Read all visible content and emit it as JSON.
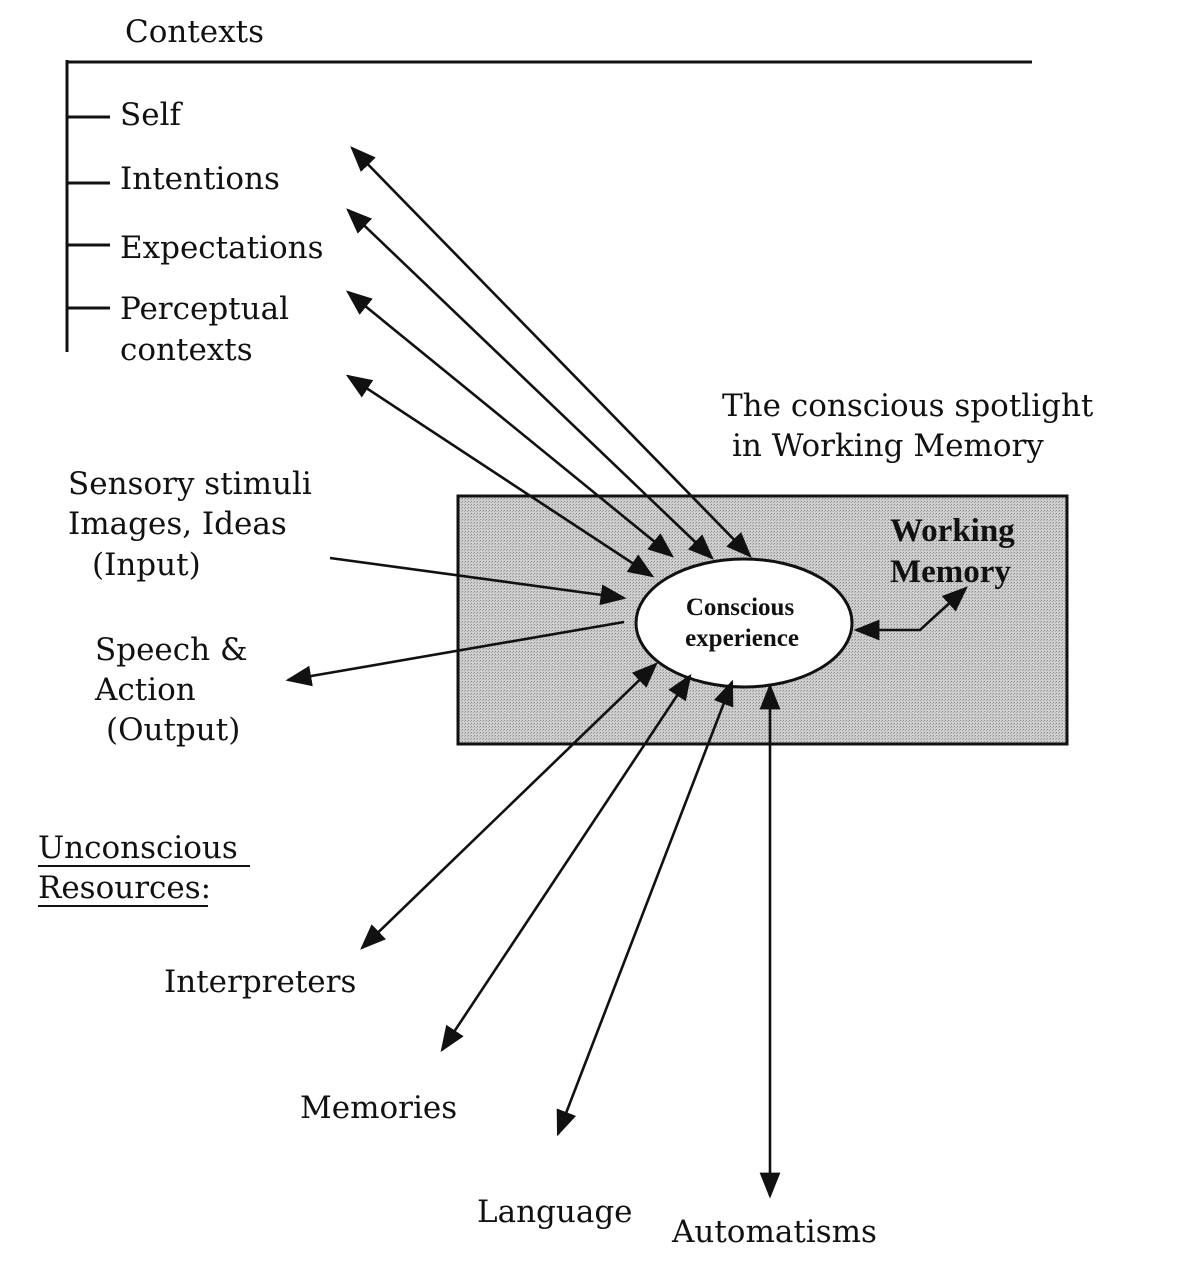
{
  "contexts": {
    "heading": "Contexts",
    "items": [
      "Self",
      "Intentions",
      "Expectations",
      "Perceptual",
      "contexts"
    ]
  },
  "spotlight": {
    "line1": "The conscious spotlight",
    "line2": "in Working Memory"
  },
  "working_memory": {
    "line1": "Working",
    "line2": "Memory",
    "fill_color": "#c6c6c6"
  },
  "conscious": {
    "line1": "Conscious",
    "line2": "experience"
  },
  "input": {
    "line1": "Sensory stimuli",
    "line2": "Images, Ideas",
    "line3": "(Input)"
  },
  "output": {
    "line1": "Speech &",
    "line2": "Action",
    "line3": "(Output)"
  },
  "unconscious": {
    "line1": "Unconscious",
    "line2": "Resources:",
    "items": [
      "Interpreters",
      "Memories",
      "Language",
      "Automatisms"
    ]
  }
}
